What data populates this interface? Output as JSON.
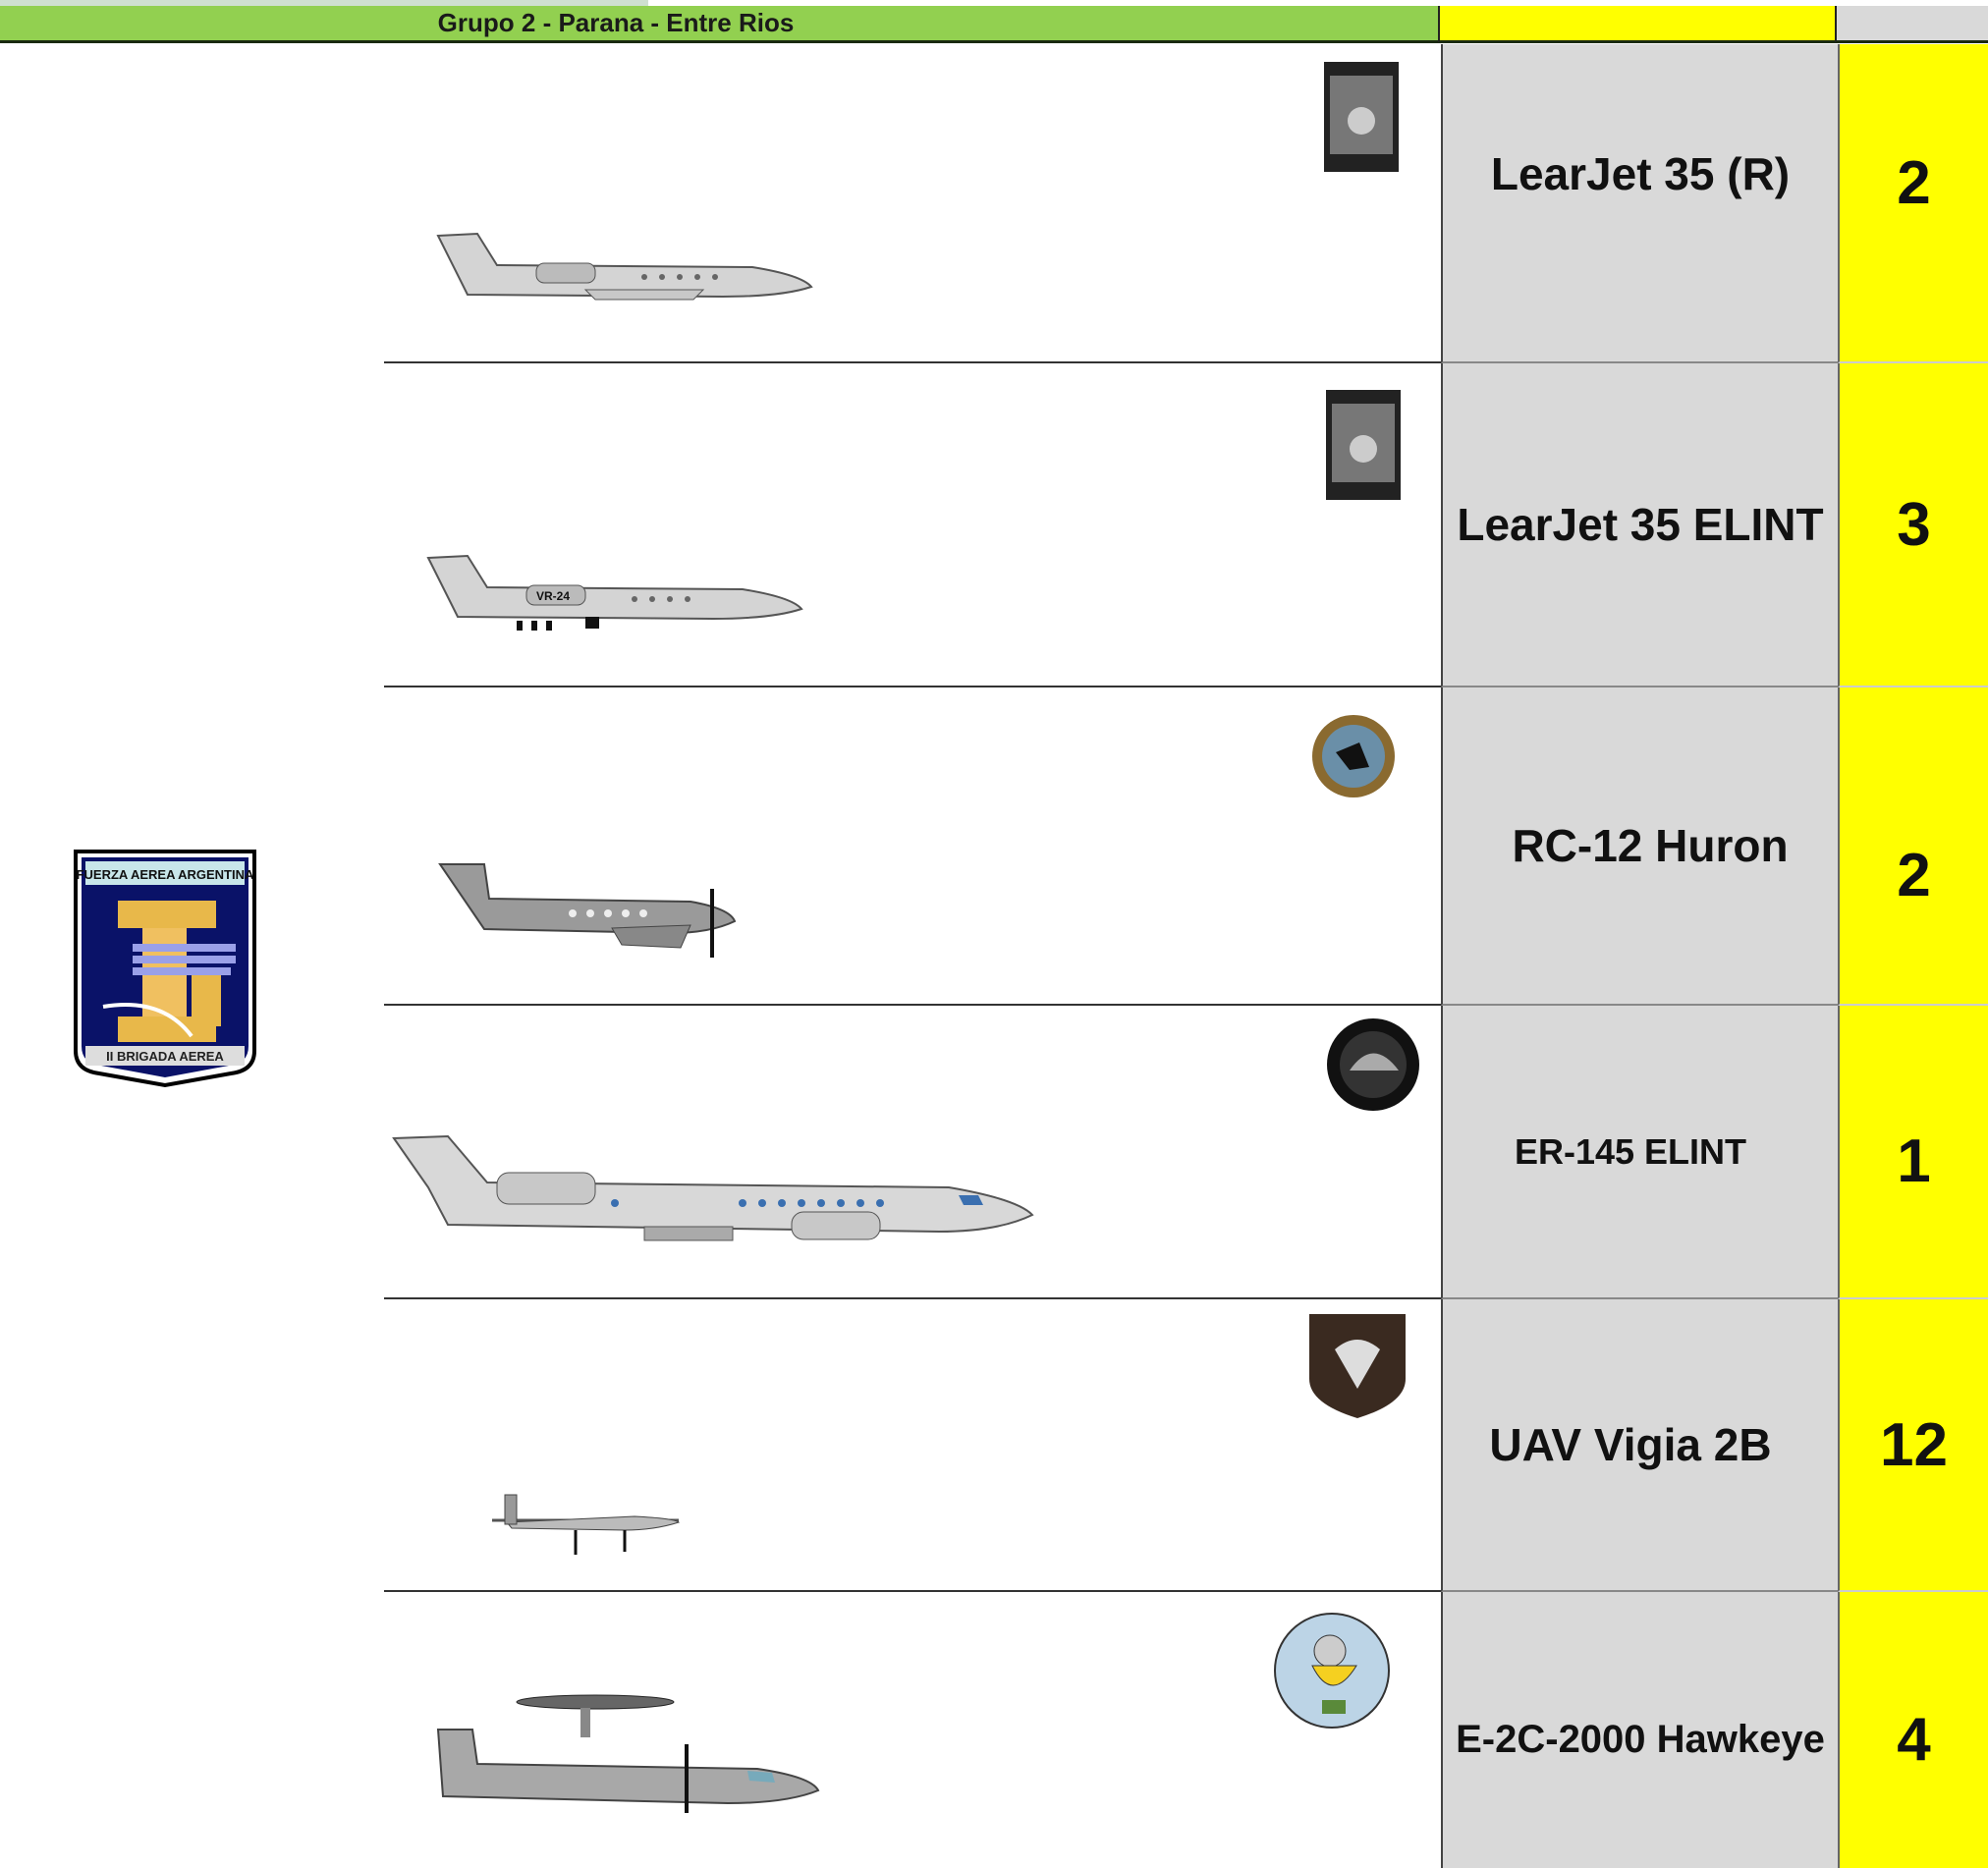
{
  "header": {
    "title": "Grupo 2 - Parana - Entre Rios",
    "colors": {
      "green": "#92d050",
      "yellow": "#ffff00",
      "gray": "#d9d9d9"
    }
  },
  "unit_logo": {
    "top_text": "FUERZA AEREA ARGENTINA",
    "bottom_text": "II BRIGADA AEREA",
    "icon": "brigade-crest-icon"
  },
  "rows": [
    {
      "name": "LearJet 35 (R)",
      "count": "2",
      "aircraft_icon": "learjet-icon",
      "patch_icon": "squadron-patch-icon"
    },
    {
      "name": "LearJet 35 ELINT",
      "count": "3",
      "aircraft_icon": "learjet-icon",
      "patch_icon": "squadron-patch-icon",
      "marking": "VR-24"
    },
    {
      "name": "RC-12 Huron",
      "count": "2",
      "aircraft_icon": "turboprop-icon",
      "patch_icon": "round-badge-icon"
    },
    {
      "name": "ER-145 ELINT",
      "count": "1",
      "aircraft_icon": "regional-jet-icon",
      "patch_icon": "round-badge-icon"
    },
    {
      "name": "UAV Vigia 2B",
      "count": "12",
      "aircraft_icon": "drone-icon",
      "patch_icon": "shield-patch-icon"
    },
    {
      "name": "E-2C-2000 Hawkeye",
      "count": "4",
      "aircraft_icon": "awacs-icon",
      "patch_icon": "cartoon-badge-icon"
    }
  ]
}
